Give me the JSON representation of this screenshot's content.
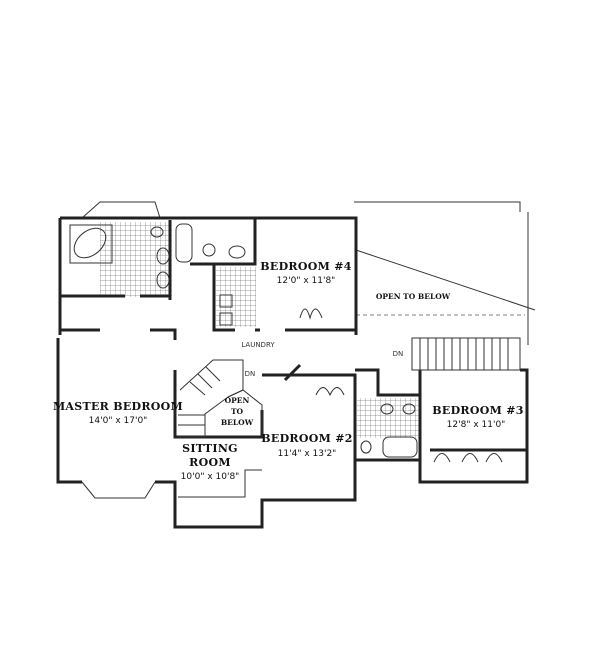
{
  "rooms": {
    "bedroom4": {
      "name": "BEDROOM #4",
      "size": "12'0\" x 11'8\""
    },
    "master": {
      "name": "MASTER BEDROOM",
      "size": "14'0\" x 17'0\""
    },
    "bedroom2": {
      "name": "BEDROOM #2",
      "size": "11'4\" x 13'2\""
    },
    "bedroom3": {
      "name": "BEDROOM #3",
      "size": "12'8\" x 11'0\""
    },
    "sitting": {
      "name_line1": "SITTING",
      "name_line2": "ROOM",
      "size": "10'0\" x 10'8\""
    },
    "laundry": {
      "name": "LAUNDRY"
    }
  },
  "open_to_below_large": "OPEN TO BELOW",
  "open_to_below_small": {
    "line1": "OPEN",
    "line2": "TO",
    "line3": "BELOW"
  },
  "stairs": {
    "right_label": "DN",
    "left_label": "DN"
  }
}
